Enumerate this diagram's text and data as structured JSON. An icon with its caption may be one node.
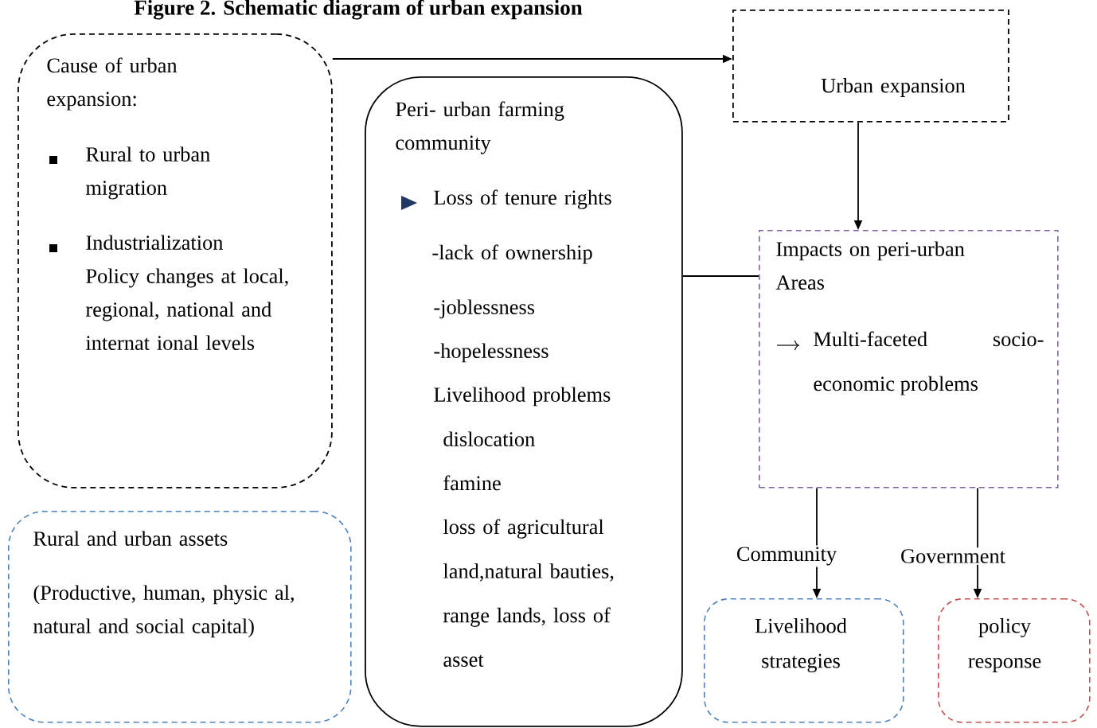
{
  "diagram": {
    "title": "Figure 2. Schematic diagram of urban expansion",
    "nodes": [
      {
        "text": [
          "Cause of urban expansion:",
          "Rural to urban migration",
          "Industrialization",
          "Policy changes at local, regional, national and internat ional levels"
        ]
      },
      {
        "text": [
          "Urban expansion"
        ]
      },
      {
        "text": [
          "Peri- urban farming community",
          "Loss of tenure rights",
          "-lack of ownership",
          "-joblessness",
          "-hopelessness",
          "Livelihood problems",
          "dislocation",
          "famine",
          "loss of agricultural land,natural bauties, range lands, loss of asset"
        ]
      },
      {
        "text": [
          "Impacts on peri-urban Areas",
          "Multi-faceted socio-economic problems"
        ]
      },
      {
        "text": [
          "Rural and urban assets",
          "(Productive, human, physic al, natural and social capital)"
        ]
      },
      {
        "text": [
          "Livelihood strategies"
        ]
      },
      {
        "text": [
          "policy response"
        ]
      }
    ],
    "edges": [
      {
        "from": 0,
        "to": 1,
        "arrow": "to"
      },
      {
        "from": 1,
        "to": 3,
        "arrow": "to"
      },
      {
        "from": 2,
        "to": 3,
        "arrow": "none"
      },
      {
        "from": 3,
        "to": 5,
        "arrow": "to",
        "label": "Community"
      },
      {
        "from": 3,
        "to": 6,
        "arrow": "to",
        "label": "Government"
      }
    ]
  }
}
